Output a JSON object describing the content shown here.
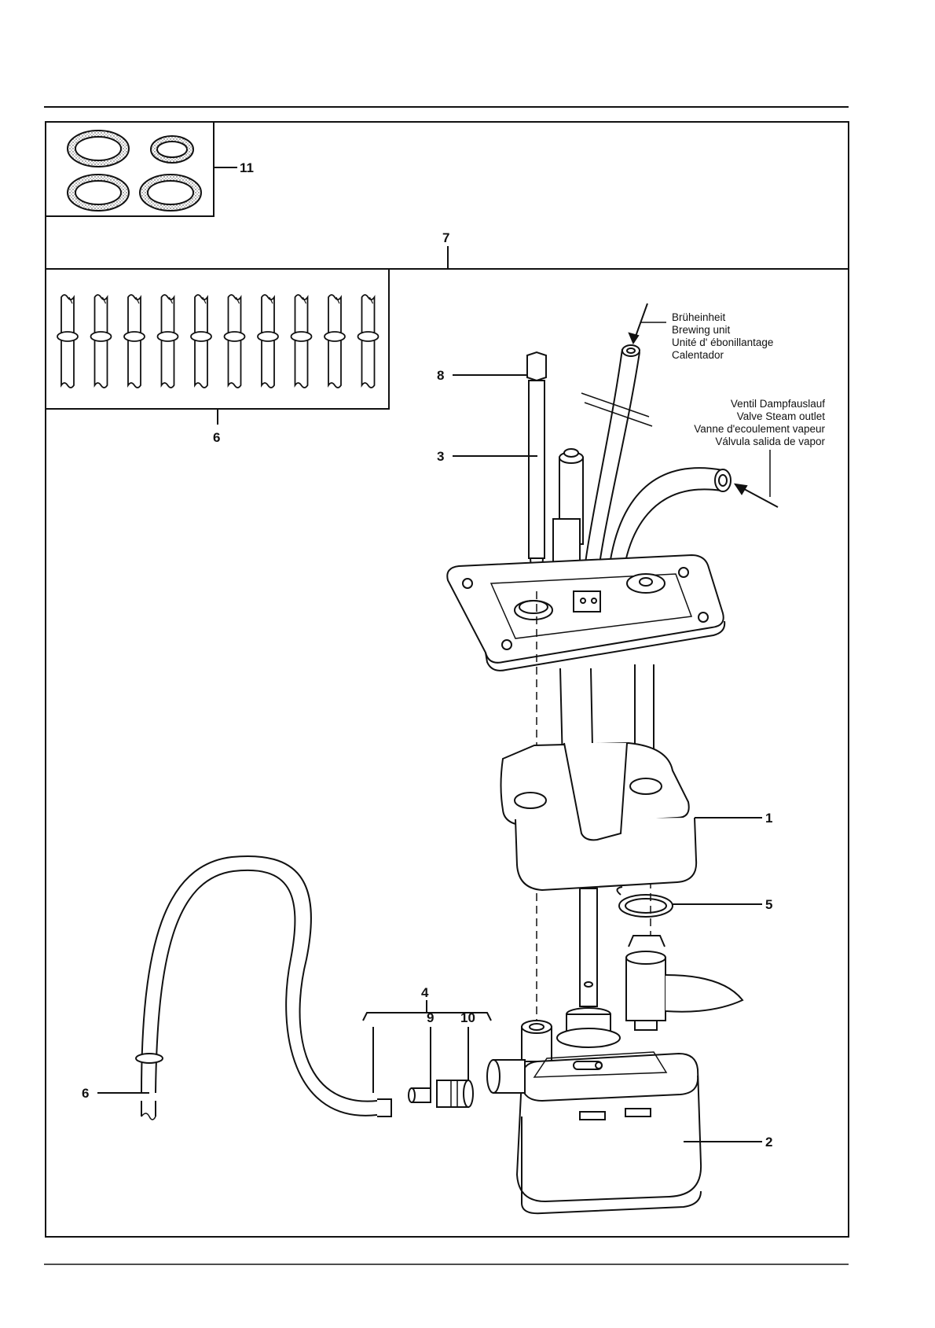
{
  "callouts": {
    "c1": "1",
    "c2": "2",
    "c3": "3",
    "c4": "4",
    "c5": "5",
    "c6_top": "6",
    "c6_hose": "6",
    "c7": "7",
    "c8": "8",
    "c9": "9",
    "c10": "10",
    "c11": "11"
  },
  "notes": {
    "brewing": [
      "Brüheinheit",
      "Brewing unit",
      "Unité d' ébonillantage",
      "Calentador"
    ],
    "steam": [
      "Ventil Dampfauslauf",
      "Valve Steam outlet",
      "Vanne d'ecoulement vapeur",
      "Válvula salida de vapor"
    ]
  },
  "colors": {
    "line": "#111111",
    "paper": "#ffffff"
  }
}
